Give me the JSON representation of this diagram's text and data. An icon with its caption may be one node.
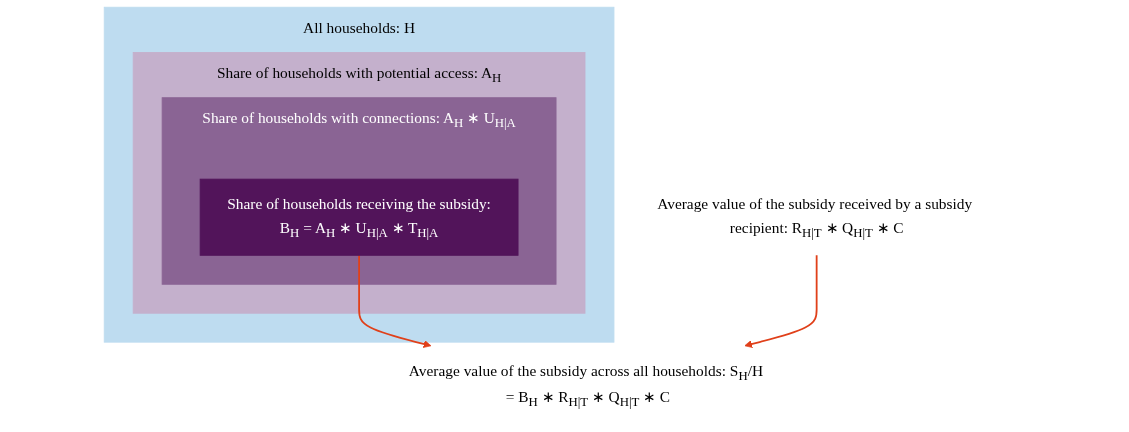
{
  "diagram": {
    "nodes": [
      {
        "text": [
          "All households: H"
        ]
      },
      {
        "text": [
          "Share of households with potential access: A$_{H}$"
        ],
        "in": 0
      },
      {
        "text": [
          "Share of households with connections: A$_{H}$ ∗ U$_{H|A}$"
        ],
        "in": 1
      },
      {
        "text": [
          "Share of households receiving the subsidy:",
          "B$_{H}$ = A$_{H}$ ∗ U$_{H|A}$ ∗ T$_{H|A}$"
        ],
        "in": 2
      },
      {
        "text": [
          "Average value of the subsidy received by a subsidy recipient: R$_{H|T}$ ∗ Q$_{H|T}$ ∗ C"
        ]
      },
      {
        "text": [
          "Average value of the subsidy across all households: S$_{H}$/H = B$_{H}$ ∗ R$_{H|T}$ ∗ Q$_{H|T}$ ∗ C"
        ]
      }
    ],
    "edges": [
      {
        "from": 3,
        "to": 5,
        "arrow": "to"
      },
      {
        "from": 4,
        "to": 5,
        "arrow": "to"
      }
    ]
  }
}
